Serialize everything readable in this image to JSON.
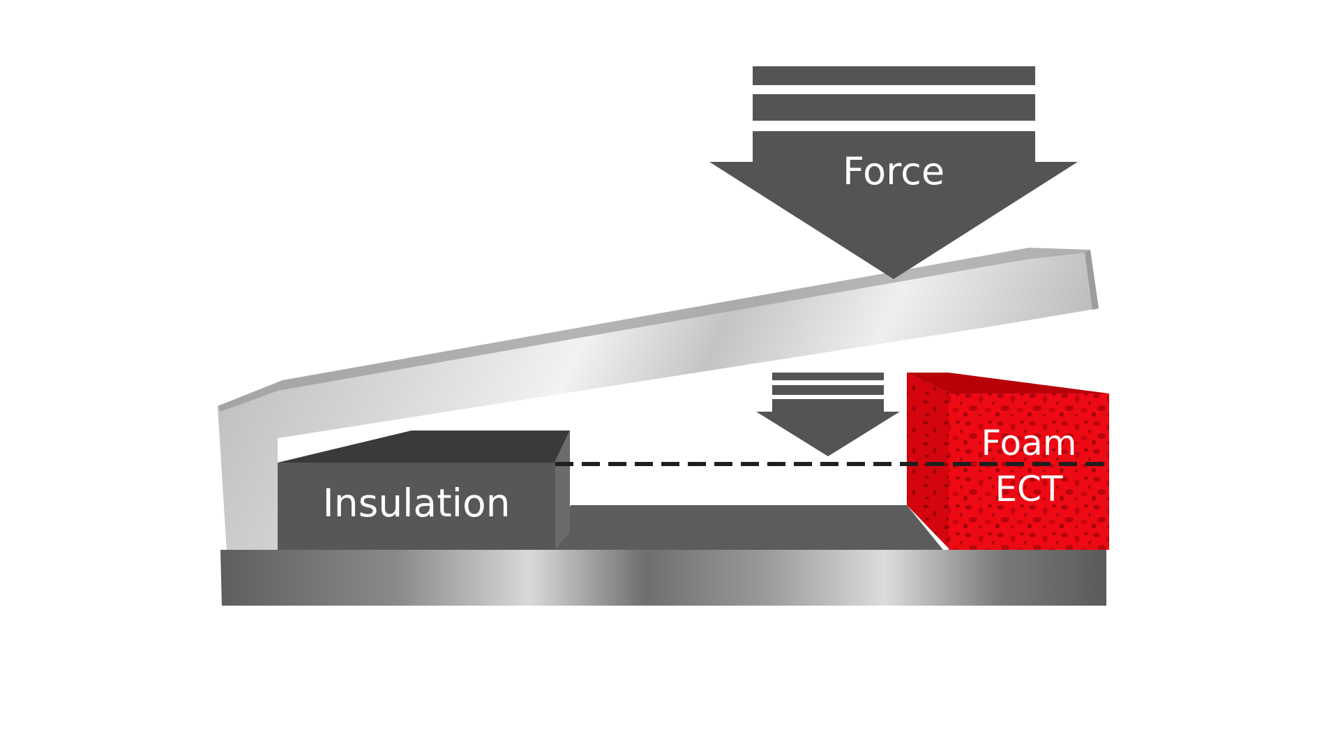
{
  "labels": {
    "force": "Force",
    "insulation": "Insulation",
    "foam_line1": "Foam",
    "foam_line2": "ECT"
  },
  "colors": {
    "arrow": "#545454",
    "insulation_block": "#5a5a5a",
    "foam": "#e30613",
    "dashed_line": "#222222"
  }
}
